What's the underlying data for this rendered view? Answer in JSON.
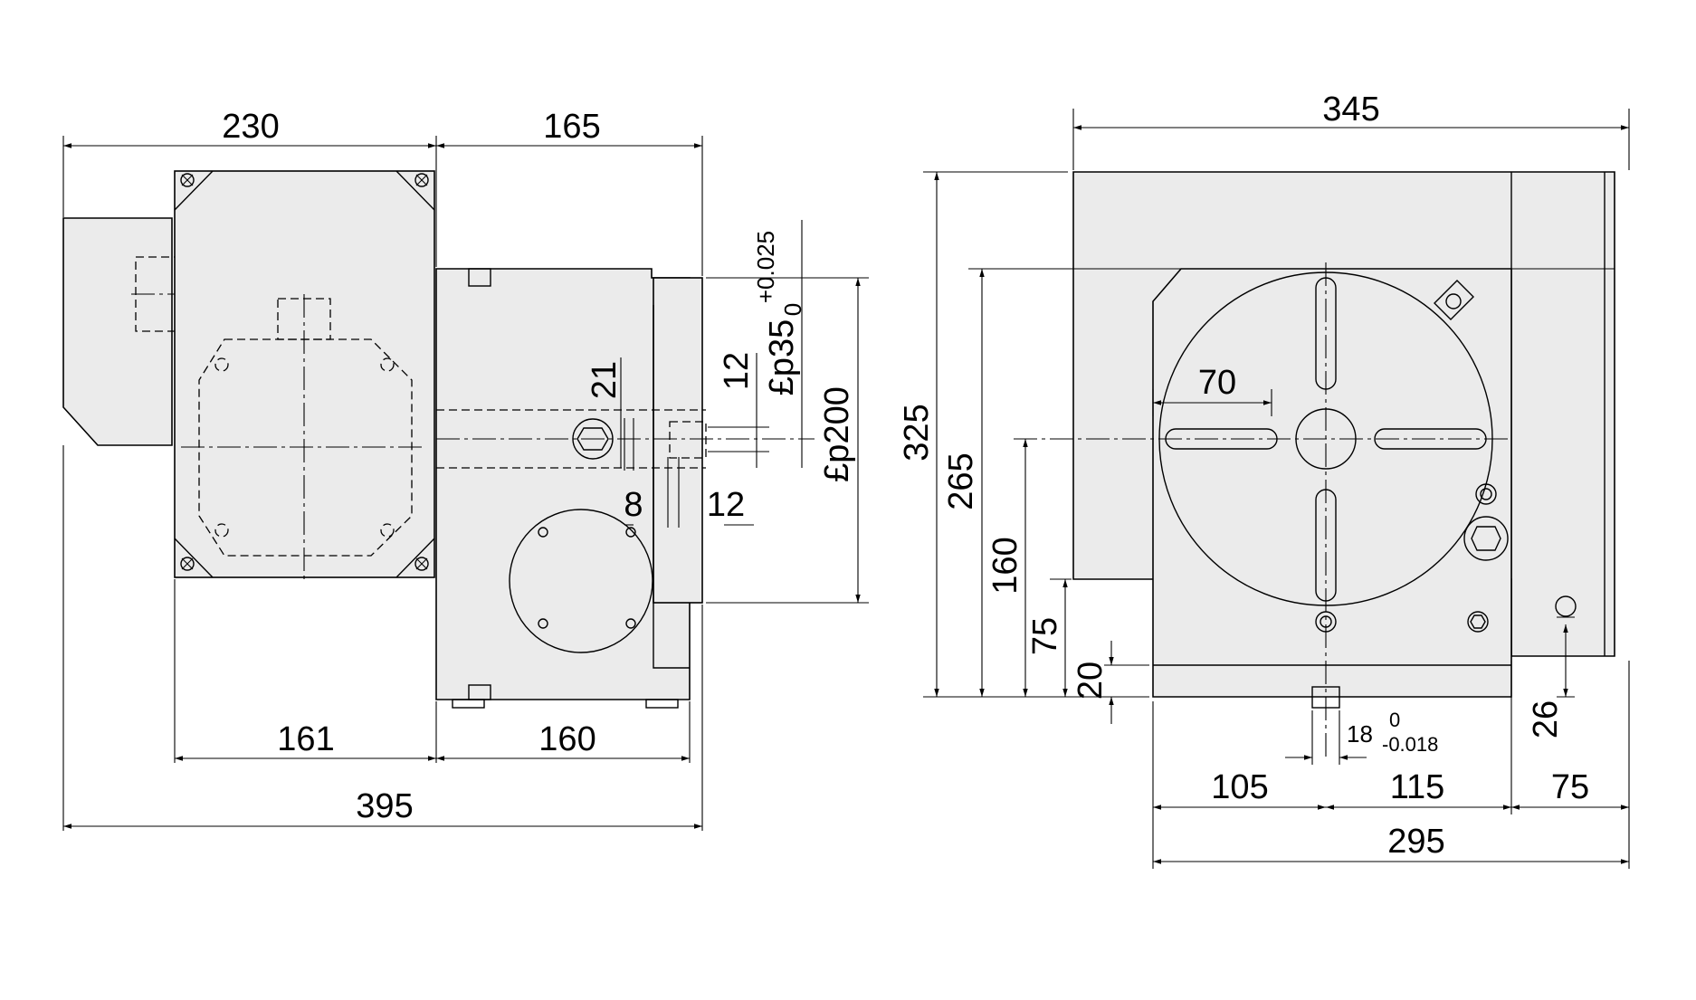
{
  "side_view": {
    "dims": {
      "width_230": "230",
      "width_165": "165",
      "width_161": "161",
      "width_160": "160",
      "width_395": "395",
      "dim_21": "21",
      "dim_12_top": "12",
      "dim_8": "8",
      "dim_12_bottom": "12",
      "bore_prefix": "£p35",
      "bore_tol_upper": "+0.025",
      "bore_tol_lower": "0",
      "face_dia": "£p200"
    }
  },
  "front_view": {
    "dims": {
      "width_345": "345",
      "height_325": "325",
      "height_265": "265",
      "height_160": "160",
      "height_75": "75",
      "height_20": "20",
      "slot_70": "70",
      "slot_width": "18",
      "slot_tol_upper": "0",
      "slot_tol_lower": "-0.018",
      "height_26": "26",
      "width_105": "105",
      "width_115": "115",
      "width_75": "75",
      "width_295": "295"
    }
  }
}
